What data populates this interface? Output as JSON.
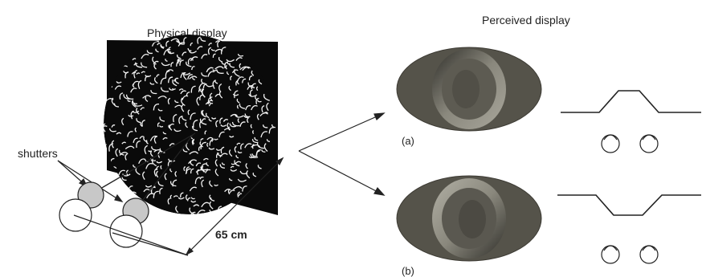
{
  "figure": {
    "physical_title": "Physical display",
    "perceived_title": "Perceived display",
    "shutters_label": "shutters",
    "distance_label": "65 cm",
    "panel_a_label": "(a)",
    "panel_b_label": "(b)"
  },
  "colors": {
    "screen_background": "#0a0a0a",
    "dot_pattern": "#f2f2f2",
    "surface_fill": "#55534a",
    "surface_edge": "#3d3b34",
    "shutter_fill": "#c8c8c8",
    "line": "#222222"
  },
  "panels": [
    {
      "id": "a",
      "shape": "raised-ring",
      "profile": "bump-up"
    },
    {
      "id": "b",
      "shape": "sunken-ring",
      "profile": "dip-down"
    }
  ]
}
